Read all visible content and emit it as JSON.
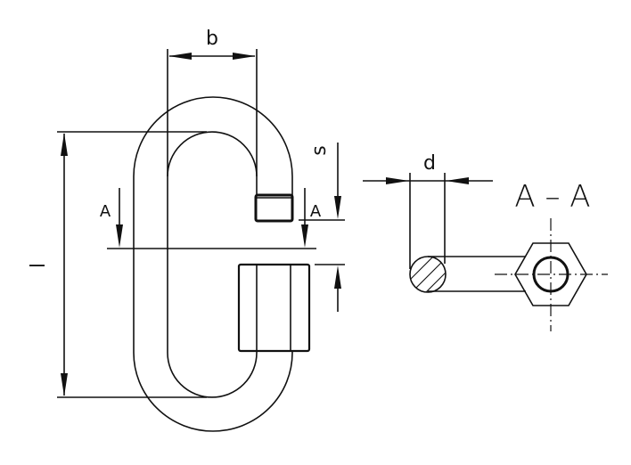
{
  "title": "Quick link drawing",
  "dimensions": {
    "b": "b",
    "s": "s",
    "l": "l",
    "d": "d"
  },
  "section_marks": {
    "left": "A",
    "right": "A"
  },
  "section_title": "A – A"
}
